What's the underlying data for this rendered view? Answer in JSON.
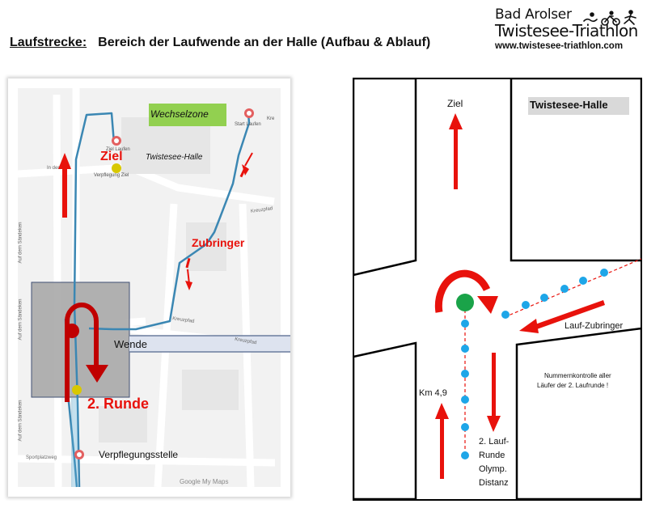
{
  "header": {
    "title_underlined": "Laufstrecke:",
    "title_rest": "Bereich der Laufwende an der Halle (Aufbau & Ablauf)"
  },
  "logo": {
    "line1": "Bad Arolser",
    "line2": "Twistesee-Triathlon",
    "url": "www.twistesee-triathlon.com"
  },
  "map": {
    "wechselzone": "Wechselzone",
    "ziel": "Ziel",
    "ziel_laufen": "Ziel Laufen",
    "verpflegung_ziel": "Verpflegung Ziel",
    "halle": "Twistesee-Halle",
    "start_laufen": "Start Laufen",
    "zubringer": "Zubringer",
    "wende": "Wende",
    "runde2": "2. Runde",
    "verpflegungsstelle": "Verpflegungsstelle",
    "street_in_der": "In der",
    "street_kreuzpfad1": "Kreuzpfad",
    "street_kreuzpfad2": "Kreuzpfad",
    "street_kreuzpfad3": "Kreuzpfad",
    "street_sandeken1": "Auf dem Sändeken",
    "street_sandeken2": "Auf dem Sändeken",
    "street_sandeken3": "Auf dem Sändeken",
    "street_sportplatz": "Sportplatzweg",
    "street_kre": "Kre",
    "google": "Google My Maps"
  },
  "diagram": {
    "ziel": "Ziel",
    "halle": "Twistesee-Halle",
    "lauf_zubringer": "Lauf-Zubringer",
    "km": "Km 4,9",
    "nummern1": "Nummernkontrolle aller",
    "nummern2": "Läufer der 2. Laufrunde !",
    "runde_l1": "2. Lauf-",
    "runde_l2": "Runde",
    "runde_l3": "Olymp.",
    "runde_l4": "Distanz"
  },
  "colors": {
    "red": "#e8120c",
    "route_blue": "#3b87b3",
    "dot_blue": "#1ea6e8",
    "wechsel_green": "#92d050",
    "green_dot": "#1aa349",
    "gray_box": "#a6a6a6"
  }
}
